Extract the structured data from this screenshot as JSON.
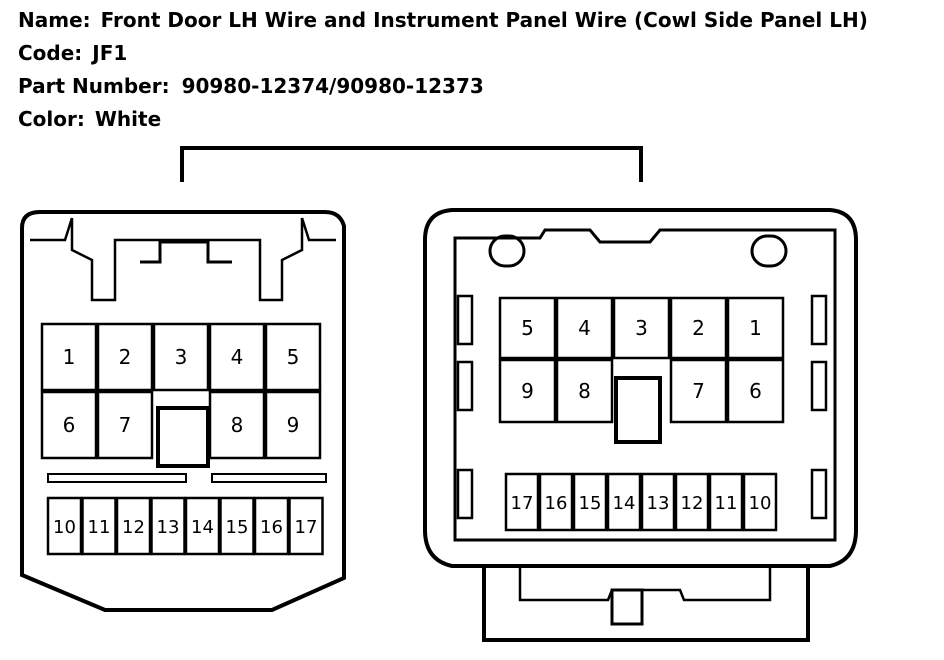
{
  "info": {
    "name_label": "Name:",
    "name_value": "Front Door LH Wire and Instrument Panel Wire (Cowl Side Panel LH)",
    "code_label": "Code:",
    "code_value": "JF1",
    "part_label": "Part Number:",
    "part_value": "90980-12374/90980-12373",
    "color_label": "Color:",
    "color_value": "White"
  },
  "left_connector": {
    "row1": [
      "1",
      "2",
      "3",
      "4",
      "5"
    ],
    "row2": [
      "6",
      "7",
      "8",
      "9"
    ],
    "row3": [
      "10",
      "11",
      "12",
      "13",
      "14",
      "15",
      "16",
      "17"
    ]
  },
  "right_connector": {
    "row1": [
      "5",
      "4",
      "3",
      "2",
      "1"
    ],
    "row2": [
      "9",
      "8",
      "7",
      "6"
    ],
    "row3": [
      "17",
      "16",
      "15",
      "14",
      "13",
      "12",
      "11",
      "10"
    ]
  }
}
